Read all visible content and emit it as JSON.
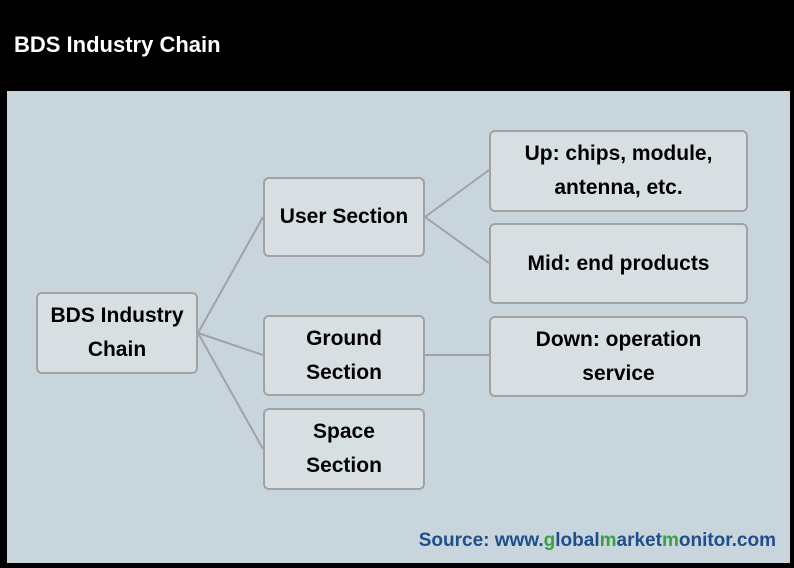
{
  "header": {
    "title": "BDS Industry Chain"
  },
  "nodes": {
    "root": "BDS Industry\nChain",
    "user": "User Section",
    "ground": "Ground\nSection",
    "space": "Space\nSection",
    "up": "Up: chips, module,\nantenna, etc.",
    "mid": "Mid: end products",
    "down": "Down:  operation\nservice"
  },
  "source": {
    "prefix": "Source: www.",
    "parts": [
      "g",
      "lobal",
      "m",
      "arket",
      "m",
      "onitor",
      ".com"
    ]
  },
  "colors": {
    "header_bg": "#000000",
    "panel_bg": "#c9d5dc",
    "node_bg": "#d8dfe3",
    "node_border": "#a2a2a2",
    "source_blue": "#1f4e8c",
    "source_green": "#3aa141"
  }
}
